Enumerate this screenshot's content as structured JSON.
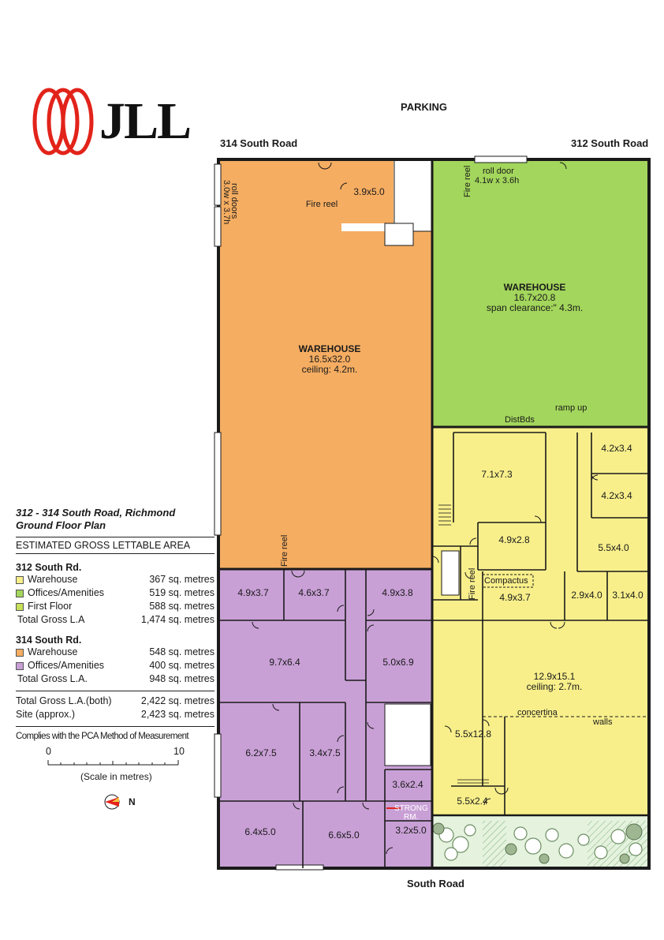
{
  "brand": {
    "name": "JLL",
    "colors": {
      "red": "#e2231a",
      "dark": "#111111"
    }
  },
  "roads": {
    "top": "PARKING",
    "left_top": "314 South Road",
    "right_top": "312 South Road",
    "bottom": "South Road"
  },
  "colors": {
    "warehouse_314": "#f5ad62",
    "warehouse_312": "#a3d65c",
    "offices_314": "#c9a0d6",
    "offices_312": "#f8ef8b",
    "wall": "#1a1a1a",
    "garden": "#e4f2de"
  },
  "rooms": {
    "wh314": {
      "title": "WAREHOUSE",
      "dims": "16.5x32.0",
      "note": "ceiling: 4.2m."
    },
    "wh312": {
      "title": "WAREHOUSE",
      "dims": "16.7x20.8",
      "note": "span clearance:\" 4.3m."
    },
    "labels": {
      "r39x50": "3.9x5.0",
      "r71x73": "7.1x7.3",
      "r42x34a": "4.2x3.4",
      "r42x34b": "4.2x3.4",
      "r49x28": "4.9x2.8",
      "r55x40": "5.5x4.0",
      "r49x37c": "4.9x3.7",
      "r29x40": "2.9x4.0",
      "r31x40": "3.1x4.0",
      "r129": "12.9x15.1",
      "r129note": "ceiling: 2.7m.",
      "r55x128": "5.5x12.8",
      "r55x24": "5.5x2.4",
      "r49x37a": "4.9x3.7",
      "r46x37": "4.6x3.7",
      "r49x38": "4.9x3.8",
      "r97x64": "9.7x6.4",
      "r50x69": "5.0x6.9",
      "r62x75": "6.2x7.5",
      "r34x75": "3.4x7.5",
      "r36x24": "3.6x2.4",
      "r64x50": "6.4x5.0",
      "r66x50": "6.6x5.0",
      "r32x50": "3.2x5.0"
    }
  },
  "annotations": {
    "roll_doors": "roll doors",
    "roll_doors_size": "3.0w x 3.7h",
    "roll_door": "roll door",
    "roll_door_size": "4.1w x 3.6h",
    "fire_reel": "Fire reel",
    "ramp_up": "ramp up",
    "distbds": "DistBds",
    "compactus": "Compactus",
    "concertina": "concertina",
    "walls": "walls",
    "strong": "STRONG",
    "rm": "RM."
  },
  "legend": {
    "title1": "312 - 314 South Road, Richmond",
    "title2": "Ground Floor Plan",
    "subtitle": "ESTIMATED GROSS LETTABLE AREA",
    "s312": {
      "heading": "312 South Rd.",
      "items": [
        {
          "label": "Warehouse",
          "value": "367 sq. metres",
          "color": "#f8ef8b"
        },
        {
          "label": "Offices/Amenities",
          "value": "519 sq. metres",
          "color": "#a3d65c"
        },
        {
          "label": "First Floor",
          "value": "588 sq. metres",
          "color": "#c6e05a"
        }
      ],
      "total_label": "Total Gross L.A",
      "total_value": "1,474 sq. metres"
    },
    "s314": {
      "heading": "314 South Rd.",
      "items": [
        {
          "label": "Warehouse",
          "value": "548 sq. metres",
          "color": "#f5ad62"
        },
        {
          "label": "Offices/Amenities",
          "value": "400 sq. metres",
          "color": "#c9a0d6"
        }
      ],
      "total_label": "Total Gross L.A.",
      "total_value": "948 sq. metres"
    },
    "both_label": "Total Gross L.A.(both)",
    "both_value": "2,422 sq. metres",
    "site_label": "Site (approx.)",
    "site_value": "2,423 sq. metres",
    "pca": "Complies with the PCA Method of Measurement",
    "scale_min": "0",
    "scale_max": "10",
    "scale_label": "(Scale in metres)",
    "north": "N"
  }
}
